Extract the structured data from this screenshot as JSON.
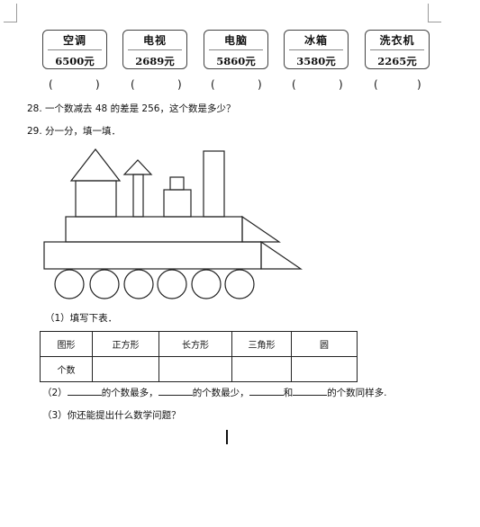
{
  "items": [
    {
      "name": "空调",
      "price": "6500元"
    },
    {
      "name": "电视",
      "price": "2689元"
    },
    {
      "name": "电脑",
      "price": "5860元"
    },
    {
      "name": "冰箱",
      "price": "3580元"
    },
    {
      "name": "洗衣机",
      "price": "2265元"
    }
  ],
  "answer_parens": {
    "open": "(",
    "close": ")"
  },
  "q28": "28.  一个数减去 48 的差是 256，这个数是多少？",
  "q29": "29.  分一分，填一填．",
  "sub1": "（1）填写下表．",
  "table": {
    "headers": [
      "图形",
      "正方形",
      "长方形",
      "三角形",
      "圆"
    ],
    "row_label": "个数"
  },
  "sub2": {
    "prefix": "（2）",
    "part1": "的个数最多，",
    "part2": "的个数最少，",
    "part3": "和",
    "part4": "的个数同样多."
  },
  "sub3": "（3）你还能提出什么数学问题？"
}
